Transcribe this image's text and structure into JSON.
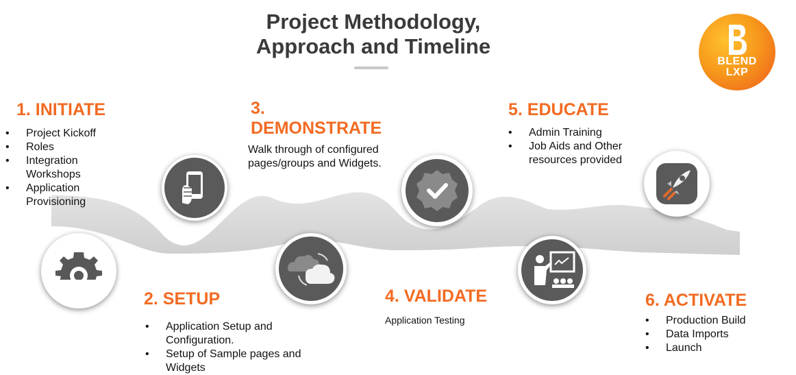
{
  "header": {
    "title_line1": "Project Methodology,",
    "title_line2": "Approach and Timeline"
  },
  "logo": {
    "line1": "BLEND",
    "line2": "LXP",
    "colors": {
      "start": "#ffc12e",
      "end": "#ee5a1c"
    }
  },
  "accent_color": "#f26b22",
  "steps": [
    {
      "title": "1. INITIATE",
      "bullets": [
        "Project Kickoff",
        "Roles",
        "Integration Workshops",
        "Application Provisioning"
      ],
      "icon": "gear-icon"
    },
    {
      "title": "2. SETUP",
      "bullets": [
        "Application Setup and Configuration.",
        "Setup of Sample pages and Widgets"
      ],
      "icon": "mobile-hand-icon"
    },
    {
      "title_line1": "3.",
      "title_line2": "DEMONSTRATE",
      "description": "Walk through of configured pages/groups and Widgets.",
      "icon": "cloud-sync-icon"
    },
    {
      "title": "4. VALIDATE",
      "description": "Application Testing",
      "icon": "checkmark-badge-icon"
    },
    {
      "title": "5. EDUCATE",
      "bullets": [
        "Admin Training",
        "Job Aids and Other resources provided"
      ],
      "icon": "presenter-icon"
    },
    {
      "title": "6. ACTIVATE",
      "bullets": [
        "Production Build",
        "Data Imports",
        "Launch"
      ],
      "icon": "rocket-icon"
    }
  ]
}
